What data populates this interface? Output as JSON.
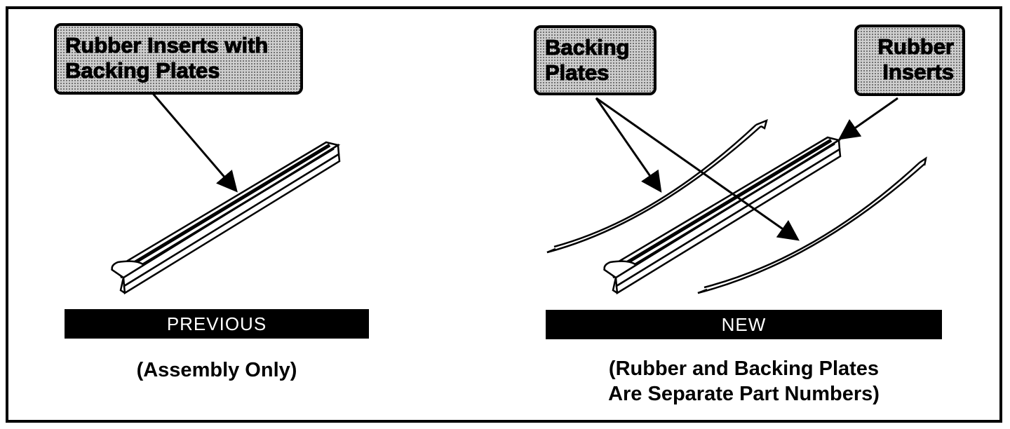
{
  "previous": {
    "callout": {
      "lines": [
        "Rubber Inserts with",
        "Backing Plates"
      ]
    },
    "bar_label": "PREVIOUS",
    "caption": {
      "lines": [
        "(Assembly Only)"
      ]
    }
  },
  "new": {
    "callout_backing": {
      "lines": [
        "Backing",
        "Plates"
      ]
    },
    "callout_rubber": {
      "lines": [
        "Rubber",
        "Inserts"
      ]
    },
    "bar_label": "NEW",
    "caption": {
      "lines": [
        "(Rubber and Backing Plates",
        "Are Separate Part Numbers)"
      ]
    }
  },
  "colors": {
    "ink": "#000000",
    "callout_fill": "#cfcfcf",
    "bar_text": "#ffffff"
  }
}
